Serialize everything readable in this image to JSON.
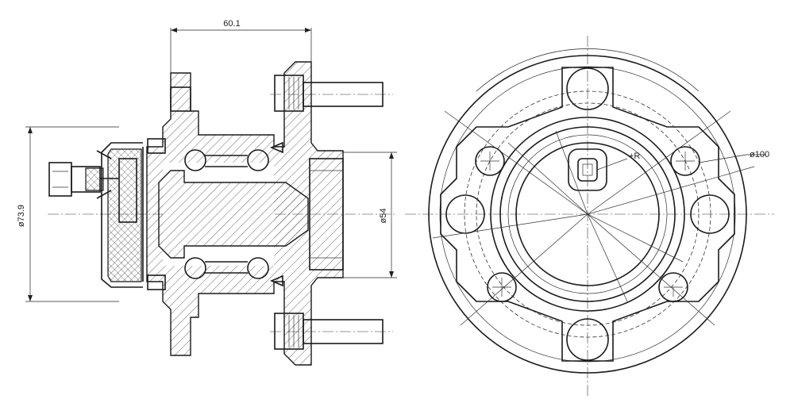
{
  "drawing": {
    "dimensions": {
      "flange_width": "60.1",
      "outer_diameter": "ø73.9",
      "bore_diameter": "ø54",
      "bolt_circle_diameter": "ø100"
    },
    "sensor_mark": "+R"
  },
  "colors": {
    "line": "#1a1a1a",
    "background": "#ffffff"
  }
}
